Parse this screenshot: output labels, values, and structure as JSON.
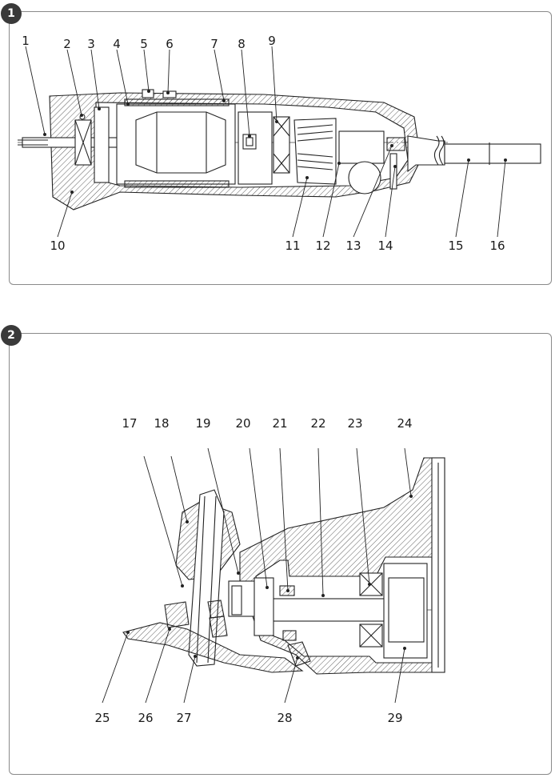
{
  "figure1": {
    "badge": "1",
    "labels": [
      "1",
      "2",
      "3",
      "4",
      "5",
      "6",
      "7",
      "8",
      "9",
      "10",
      "11",
      "12",
      "13",
      "14",
      "15",
      "16"
    ]
  },
  "figure2": {
    "badge": "2",
    "labels": [
      "17",
      "18",
      "19",
      "20",
      "21",
      "22",
      "23",
      "24",
      "25",
      "26",
      "27",
      "28",
      "29"
    ]
  }
}
